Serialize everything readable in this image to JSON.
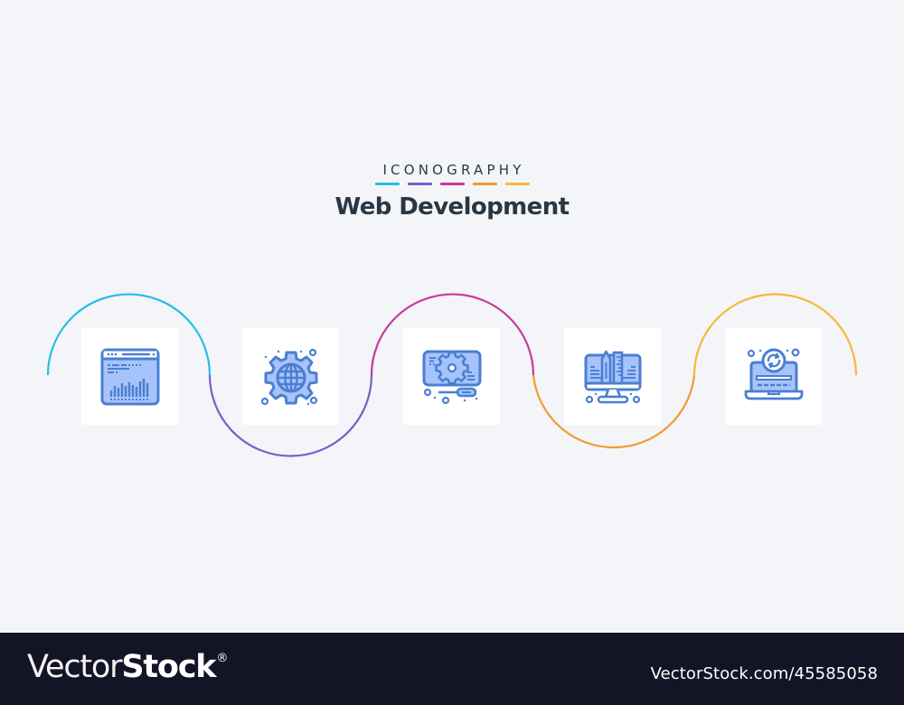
{
  "header": {
    "eyebrow": "ICONOGRAPHY",
    "title": "Web Development",
    "dash_colors": [
      "#27bde4",
      "#7a5fc8",
      "#c9399a",
      "#f59a31",
      "#f8b83a"
    ]
  },
  "colors": {
    "background": "#f3f5f9",
    "tile": "#ffffff",
    "icon_stroke": "#4a7fd2",
    "icon_fill": "#a7c3fb",
    "footer_bg": "#131425"
  },
  "icons": [
    {
      "name": "web-analytics-icon",
      "label": "Web page with bar chart",
      "curve": "top",
      "curve_color": "#27bde4"
    },
    {
      "name": "global-settings-icon",
      "label": "Gear with globe",
      "curve": "bottom",
      "curve_color": "#7a5fc8"
    },
    {
      "name": "web-maintenance-icon",
      "label": "Card with gear and screwdriver",
      "curve": "top",
      "curve_color": "#c9399a"
    },
    {
      "name": "web-design-icon",
      "label": "Monitor with pencil and ruler",
      "curve": "bottom",
      "curve_color": "#f59a31"
    },
    {
      "name": "laptop-sync-icon",
      "label": "Laptop with refresh arrows",
      "curve": "top",
      "curve_color": "#f8b83a"
    }
  ],
  "footer": {
    "brand_light": "Vector",
    "brand_bold": "Stock",
    "brand_mark": "®",
    "stock_id": "VectorStock.com/45585058"
  }
}
